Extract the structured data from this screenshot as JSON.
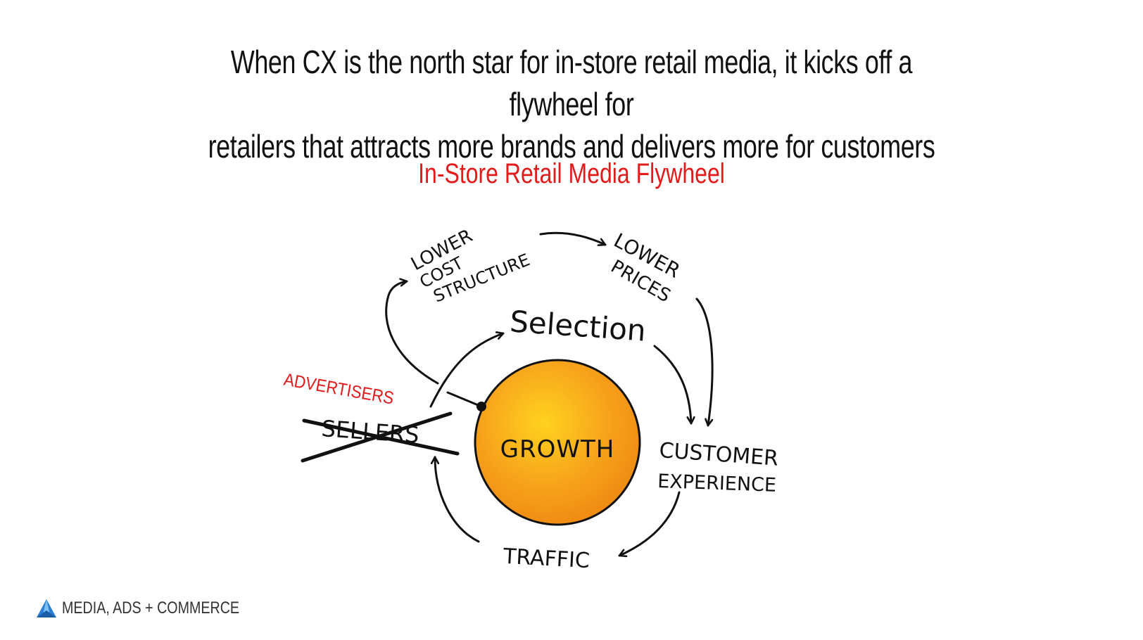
{
  "headline": {
    "line1": "When CX is the north star for in-store retail media, it kicks off a flywheel for",
    "line2": "retailers that attracts more brands and delivers more for customers"
  },
  "subtitle": "In-Store Retail Media Flywheel",
  "flywheel": {
    "center": "GROWTH",
    "selection": "Selection",
    "customer_experience_line1": "CUSTOMER",
    "customer_experience_line2": "EXPERIENCE",
    "traffic": "TRAFFIC",
    "sellers_struck": "SELLERS",
    "advertisers": "ADVERTISERS",
    "lower_cost_line1": "LOWER",
    "lower_cost_line2": "COST",
    "lower_cost_line3": "STRUCTURE",
    "lower_prices_line1": "LOWER",
    "lower_prices_line2": "PRICES"
  },
  "colors": {
    "accent_red": "#e21a1a",
    "growth_orange": "#f7a21b",
    "logo_blue": "#2a7fd4"
  },
  "logo": {
    "icon": "triangle-logo-icon",
    "text": "MEDIA, ADS + COMMERCE"
  }
}
